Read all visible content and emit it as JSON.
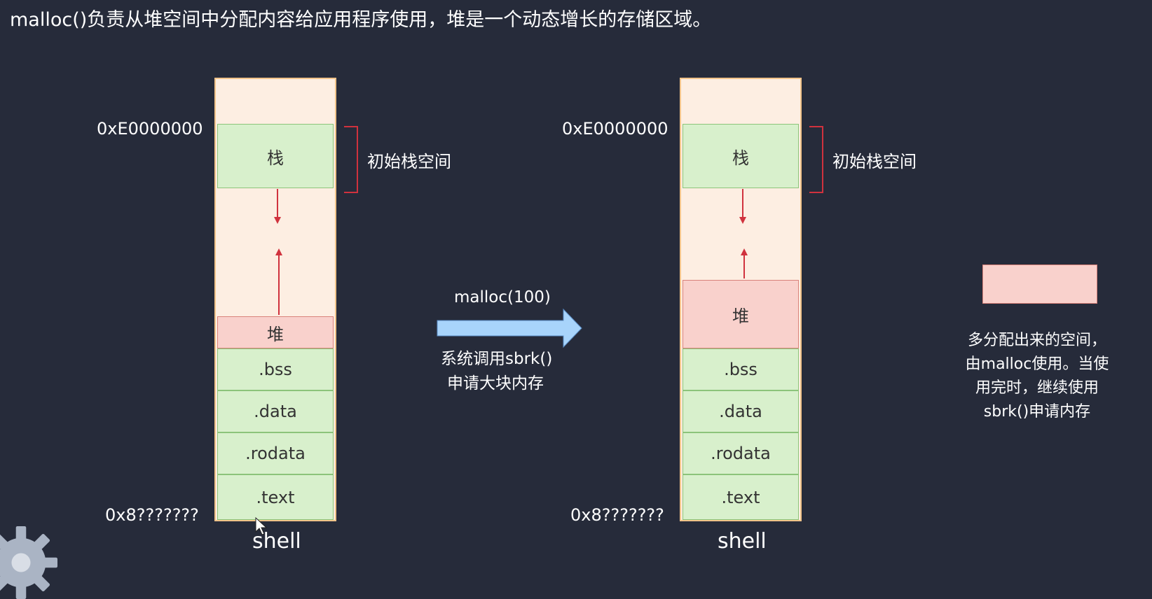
{
  "title": "malloc()负责从堆空间中分配内容给应用程序使用，堆是一个动态增长的存储区域。",
  "left_layout": {
    "addr_top": "0xE0000000",
    "addr_bottom": "0x8???????",
    "segments": {
      "stack": "栈",
      "heap": "堆",
      "bss": ".bss",
      "data": ".data",
      "rodata": ".rodata",
      "text": ".text"
    },
    "stack_bracket_label": "初始栈空间",
    "caption": "shell"
  },
  "right_layout": {
    "addr_top": "0xE0000000",
    "addr_bottom": "0x8???????",
    "segments": {
      "stack": "栈",
      "heap": "堆",
      "bss": ".bss",
      "data": ".data",
      "rodata": ".rodata",
      "text": ".text"
    },
    "stack_bracket_label": "初始栈空间",
    "caption": "shell"
  },
  "transition": {
    "call": "malloc(100)",
    "note_line1": "系统调用sbrk()",
    "note_line2": "申请大块内存"
  },
  "legend": {
    "line1": "多分配出来的空间，",
    "line2": "由malloc使用。当使",
    "line3": "用完时，继续使用",
    "line4": "sbrk()申请内存"
  },
  "colors": {
    "background": "#262b3a",
    "column_fill": "#fdeee2",
    "column_border": "#f2c48a",
    "segment_green": "#d8f0cc",
    "segment_heap": "#f9d1cc",
    "growth_arrow": "#d0323e",
    "transition_arrow": "#a8d4fb"
  },
  "icons": [
    "gear-icon",
    "mouse-cursor-icon"
  ]
}
